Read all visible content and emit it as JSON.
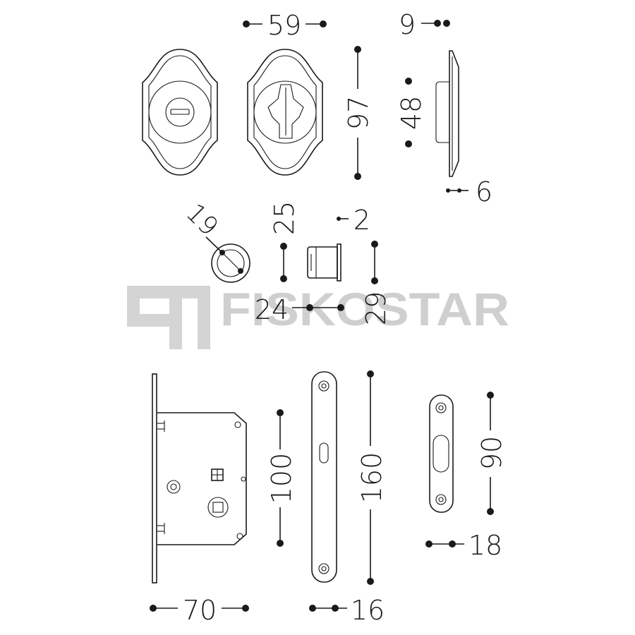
{
  "watermark": {
    "text": "FISKOSTAR",
    "color": "#cfcfcf"
  },
  "dimensions": {
    "rosette_width": "59",
    "rosette_depth": "9",
    "rosette_height": "97",
    "rosette_inner_height": "48",
    "rosette_plate_thickness": "6",
    "key_diameter": "19",
    "spindle_height": "25",
    "spindle_wall": "2",
    "spindle_width": "24",
    "spindle_length": "29",
    "lock_backset": "70",
    "lock_body_height": "100",
    "faceplate_height": "160",
    "faceplate_width": "16",
    "strike_height": "90",
    "strike_width": "18"
  },
  "colors": {
    "line": "#1a1a1a",
    "background": "#ffffff"
  }
}
